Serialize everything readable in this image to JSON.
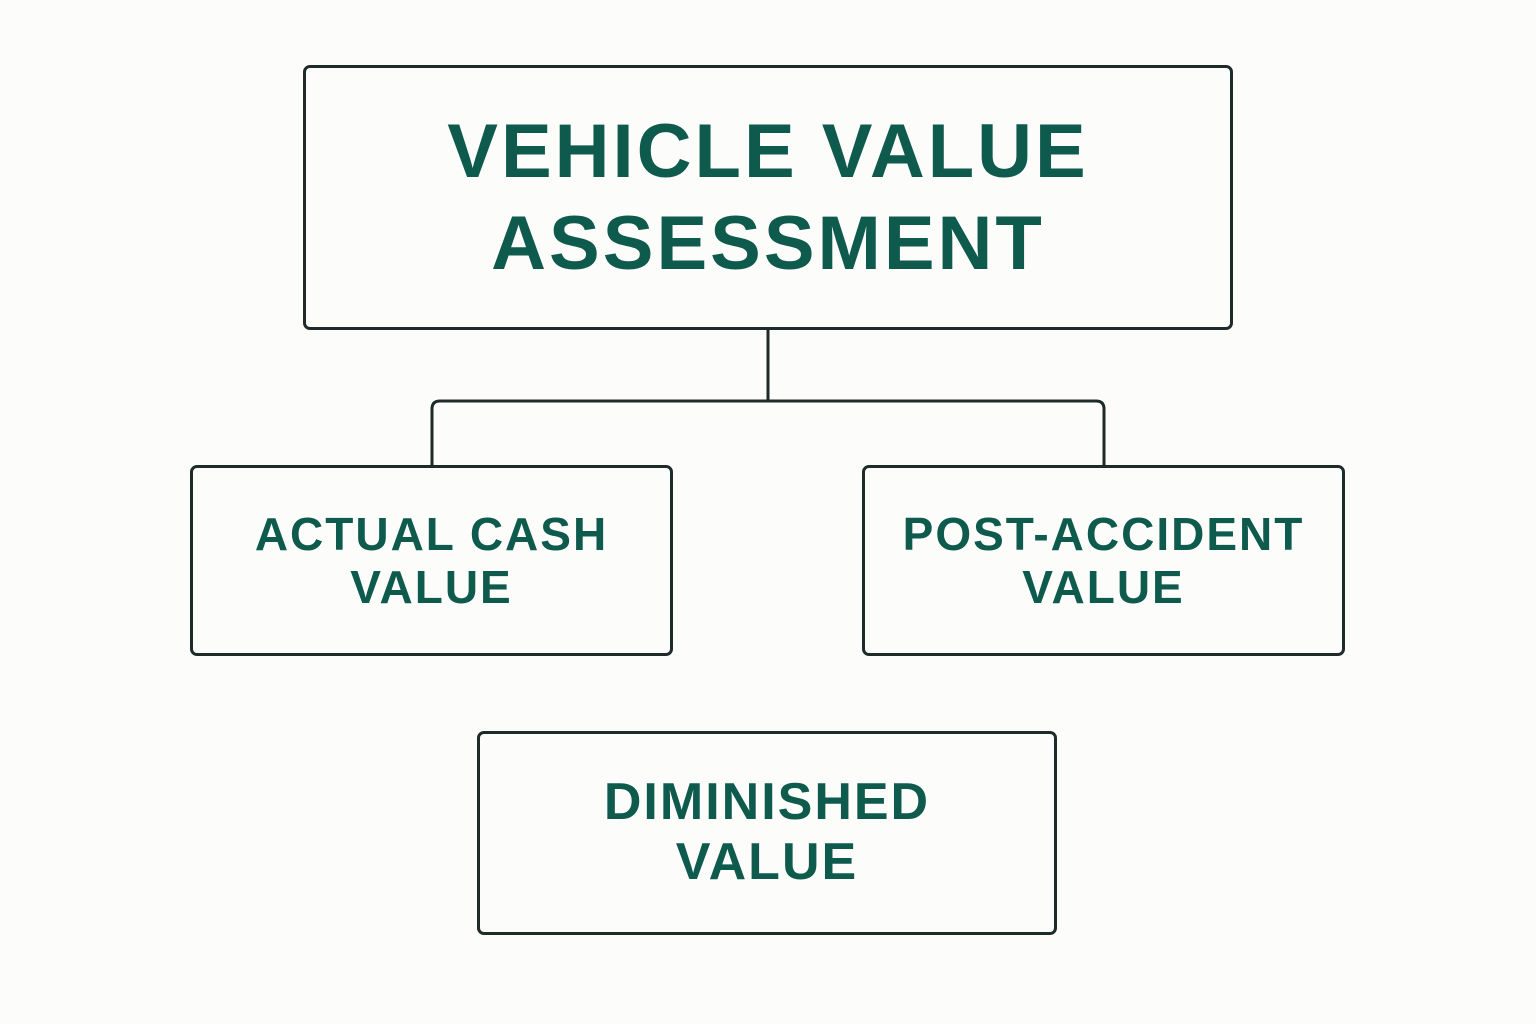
{
  "colors": {
    "background": "#fcfcfa",
    "border": "#1f2b2b",
    "text": "#0e5a4d"
  },
  "diagram": {
    "root": {
      "line1": "VEHICLE VALUE",
      "line2": "ASSESSMENT"
    },
    "children": [
      {
        "line1": "ACTUAL CASH",
        "line2": "VALUE"
      },
      {
        "line1": "POST-ACCIDENT",
        "line2": "VALUE"
      }
    ],
    "bottom": {
      "line1": "DIMINISHED",
      "line2": "VALUE"
    }
  }
}
